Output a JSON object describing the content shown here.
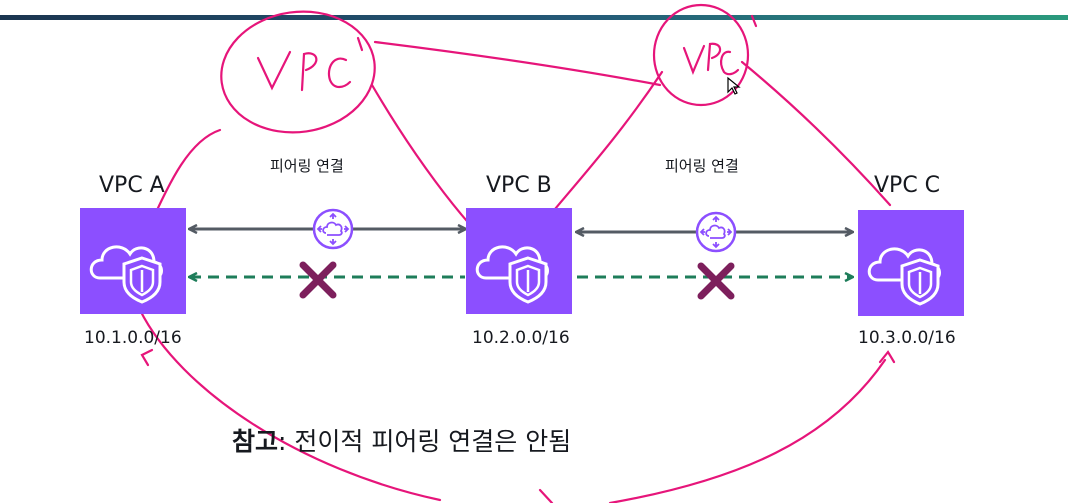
{
  "vpcs": [
    {
      "name": "VPC A",
      "cidr": "10.1.0.0/16"
    },
    {
      "name": "VPC B",
      "cidr": "10.2.0.0/16"
    },
    {
      "name": "VPC C",
      "cidr": "10.3.0.0/16"
    }
  ],
  "peering_label_1": "피어링 연결",
  "peering_label_2": "피어링 연결",
  "note": {
    "bold": "참고",
    "text": ": 전이적 피어링 연결은 안됨"
  },
  "handwriting": {
    "left": "VPC'",
    "right": "VPC'"
  },
  "colors": {
    "vpc_fill": "#8c4fff",
    "peering_arrow": "#545b64",
    "blocked_arrow": "#1e7d5a",
    "cross": "#7d1f5c",
    "annotation_pen": "#e6157a"
  },
  "icons": {
    "vpc": "cloud-shield-icon",
    "peering": "router-icon",
    "blocked": "x-icon"
  }
}
